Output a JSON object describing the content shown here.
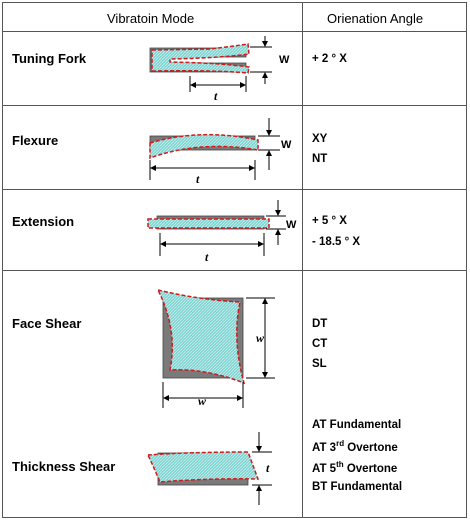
{
  "header": {
    "mode_label": "Vibratoin Mode",
    "angle_label": "Orienation Angle"
  },
  "rows": [
    {
      "mode": "Tuning Fork",
      "angles": [
        "+ 2 ° X"
      ],
      "dims": [
        "W",
        "t"
      ]
    },
    {
      "mode": "Flexure",
      "angles": [
        "XY",
        "NT"
      ],
      "dims": [
        "W",
        "t"
      ]
    },
    {
      "mode": "Extension",
      "angles": [
        "+ 5 ° X",
        "- 18.5 ° X"
      ],
      "dims": [
        "W",
        "t"
      ]
    },
    {
      "mode": "Face Shear",
      "angles": [
        "DT",
        "CT",
        "SL"
      ],
      "dims": [
        "w",
        "w"
      ]
    },
    {
      "mode": "Thickness Shear",
      "angles": [
        "AT Fundamental",
        "AT 3",
        "rd",
        "Overtone",
        "AT 5",
        "th",
        "Overtone",
        "BT Fundamental"
      ],
      "dims": [
        "t"
      ]
    }
  ],
  "colors": {
    "crystal_fill": "#7fd3d0",
    "outline": "#d11a1a",
    "body": "#7a7a7a"
  }
}
